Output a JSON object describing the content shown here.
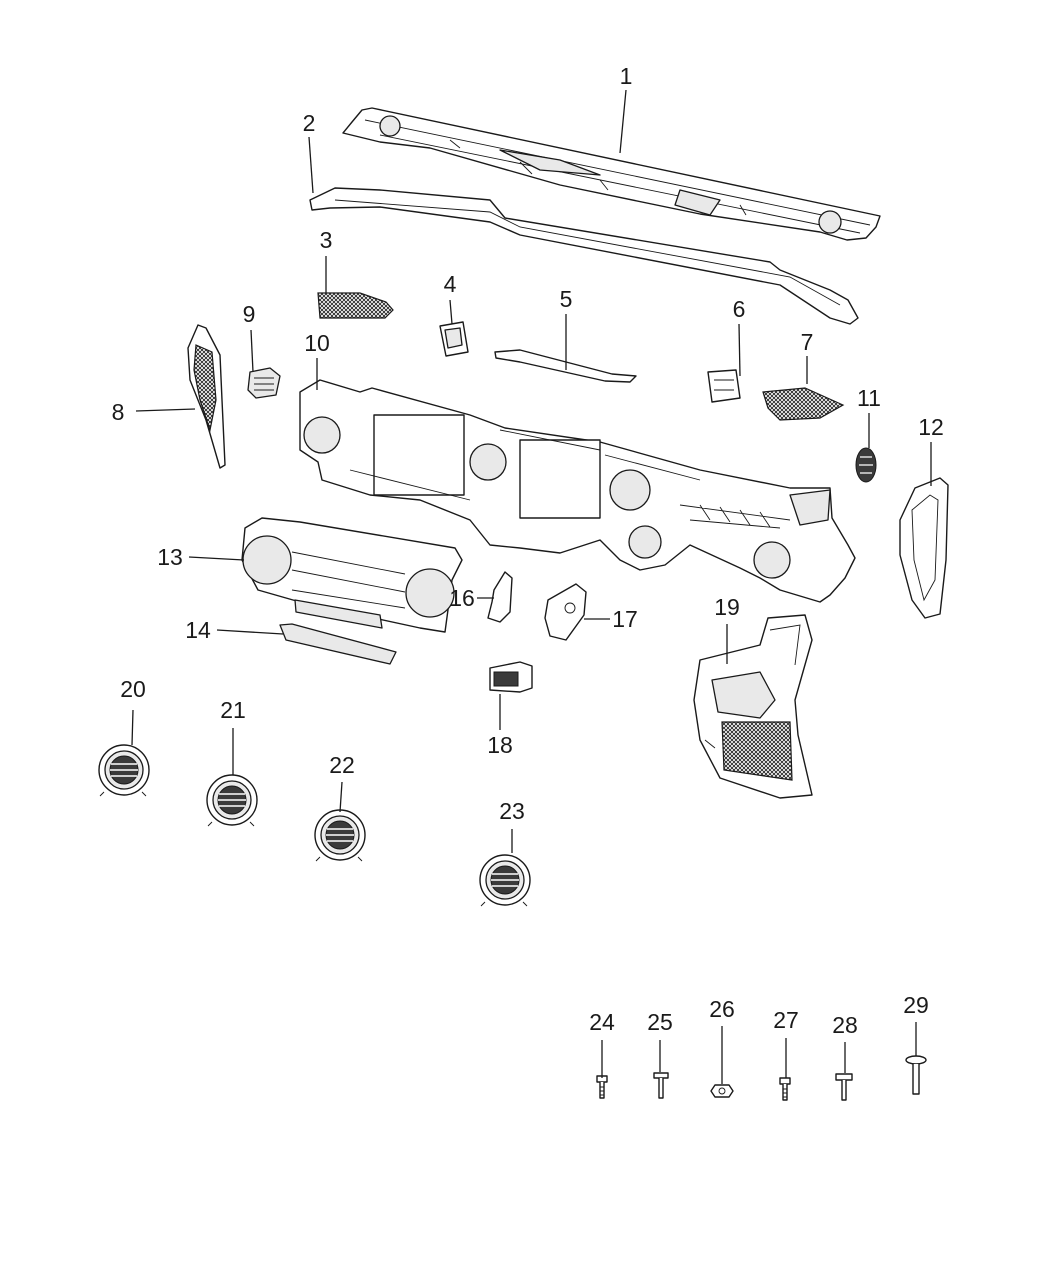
{
  "callouts": {
    "c1": "1",
    "c2": "2",
    "c3": "3",
    "c4": "4",
    "c5": "5",
    "c6": "6",
    "c7": "7",
    "c8": "8",
    "c9": "9",
    "c10": "10",
    "c11": "11",
    "c12": "12",
    "c13": "13",
    "c14": "14",
    "c16": "16",
    "c17": "17",
    "c18": "18",
    "c19": "19",
    "c20": "20",
    "c21": "21",
    "c22": "22",
    "c23": "23",
    "c24": "24",
    "c25": "25",
    "c26": "26",
    "c27": "27",
    "c28": "28",
    "c29": "29"
  },
  "colors": {
    "line": "#1a1a1a",
    "background": "#ffffff",
    "shade": "#e9e9e9"
  }
}
